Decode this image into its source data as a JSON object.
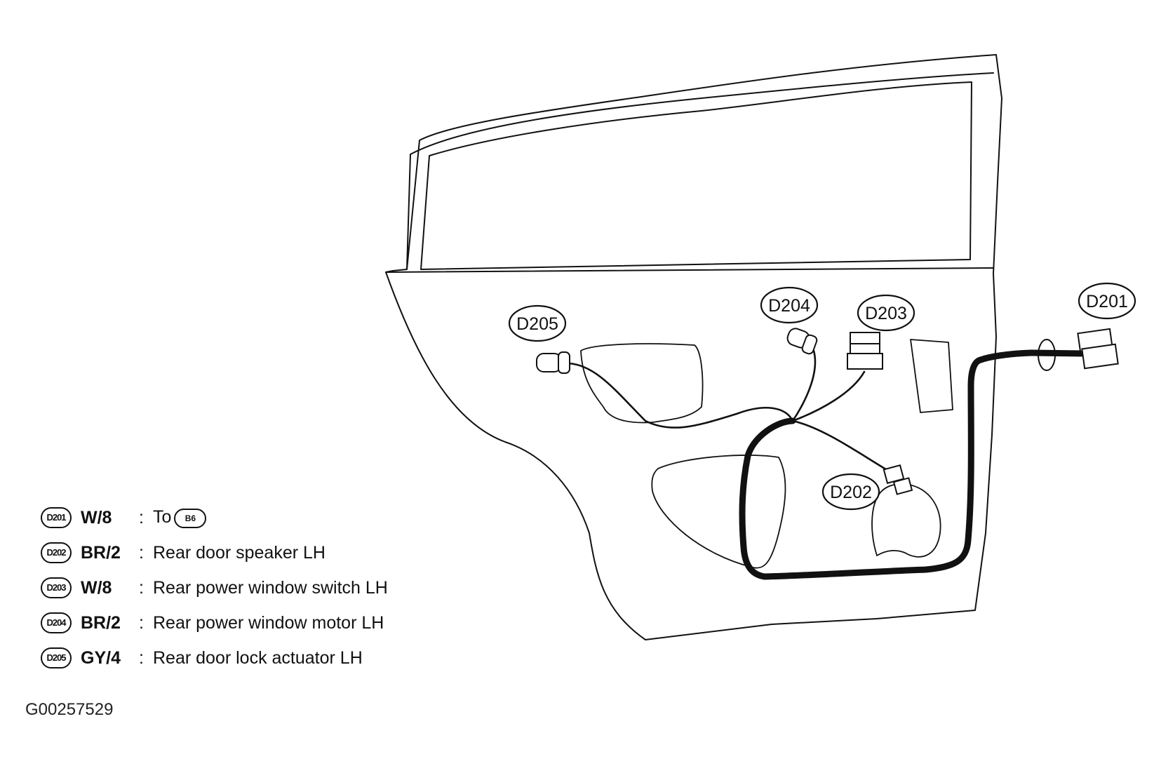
{
  "diagram": {
    "callouts": [
      "D201",
      "D202",
      "D203",
      "D204",
      "D205"
    ]
  },
  "legend": [
    {
      "code": "D201",
      "wire": "W/8",
      "desc": "To",
      "ref": "B6"
    },
    {
      "code": "D202",
      "wire": "BR/2",
      "desc": "Rear door speaker LH"
    },
    {
      "code": "D203",
      "wire": "W/8",
      "desc": "Rear power window switch LH"
    },
    {
      "code": "D204",
      "wire": "BR/2",
      "desc": "Rear power window motor LH"
    },
    {
      "code": "D205",
      "wire": "GY/4",
      "desc": "Rear door lock actuator LH"
    }
  ],
  "colon": ":",
  "figure_id": "G00257529"
}
